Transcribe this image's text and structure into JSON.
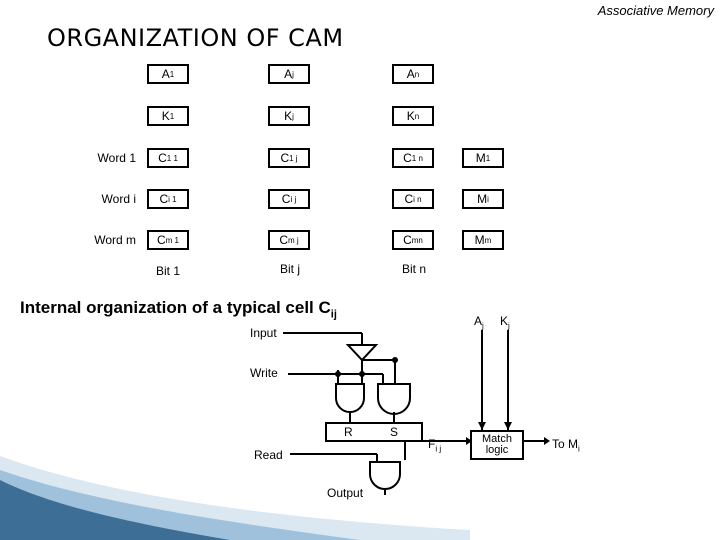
{
  "header": {
    "tag": "Associative Memory"
  },
  "title": "ORGANIZATION OF CAM",
  "array": {
    "argument_row": [
      {
        "base": "A",
        "sub": "1"
      },
      {
        "base": "A",
        "sub": "j"
      },
      {
        "base": "A",
        "sub": "n"
      }
    ],
    "key_row": [
      {
        "base": "K",
        "sub": "1"
      },
      {
        "base": "K",
        "sub": "j"
      },
      {
        "base": "K",
        "sub": "n"
      }
    ],
    "words": [
      {
        "label": "Word 1",
        "cells": [
          {
            "base": "C",
            "sub": "1 1"
          },
          {
            "base": "C",
            "sub": "1 j"
          },
          {
            "base": "C",
            "sub": "1 n"
          }
        ],
        "match": {
          "base": "M",
          "sub": "1"
        }
      },
      {
        "label": "Word i",
        "cells": [
          {
            "base": "C",
            "sub": "i 1"
          },
          {
            "base": "C",
            "sub": "i j"
          },
          {
            "base": "C",
            "sub": "i n"
          }
        ],
        "match": {
          "base": "M",
          "sub": "i"
        }
      },
      {
        "label": "Word m",
        "cells": [
          {
            "base": "C",
            "sub": "m 1"
          },
          {
            "base": "C",
            "sub": "m j"
          },
          {
            "base": "C",
            "sub": "mn"
          }
        ],
        "match": {
          "base": "M",
          "sub": "m"
        }
      }
    ],
    "bit_labels": [
      "Bit 1",
      "Bit j",
      "Bit n"
    ]
  },
  "cell": {
    "title": "Internal organization of a typical cell C",
    "title_sub": "ij",
    "input": "Input",
    "write": "Write",
    "read": "Read",
    "output": "Output",
    "r": "R",
    "s": "S",
    "f": {
      "base": "F",
      "sub": "i j"
    },
    "a": {
      "base": "A",
      "sub": "j"
    },
    "k": {
      "base": "K",
      "sub": "j"
    },
    "match_logic": [
      "Match",
      "logic"
    ],
    "to_m": {
      "base": "To M",
      "sub": "i"
    }
  }
}
